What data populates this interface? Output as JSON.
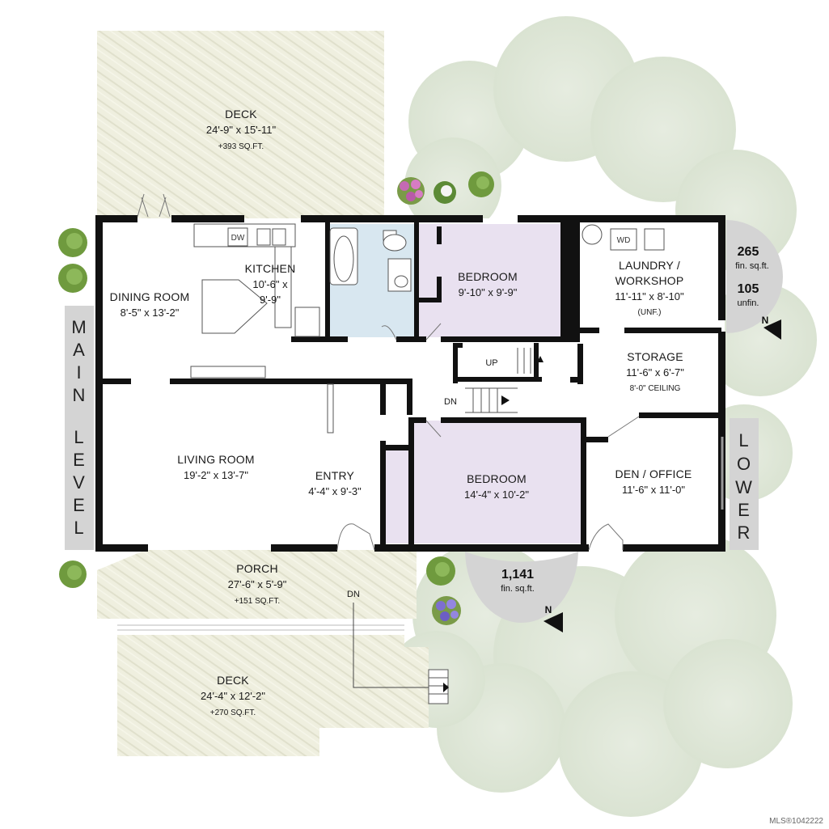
{
  "colors": {
    "deck_fill": "#eeeedd",
    "bedroom_fill": "#e8e0ef",
    "bath_fill": "#d6e6ef",
    "wall": "#111111",
    "foliage": "#dfe6d8",
    "level_tab": "#d4d4d4",
    "area_badge": "#d4d4d4"
  },
  "rooms": {
    "deck_top": {
      "name": "DECK",
      "dims": "24'-9\" x 15'-11\"",
      "area": "+393 SQ.FT."
    },
    "kitchen": {
      "name": "KITCHEN",
      "dims_line1": "10'-6\" x",
      "dims_line2": "9'-9\""
    },
    "dining": {
      "name": "DINING ROOM",
      "dims": "8'-5\" x 13'-2\""
    },
    "bedroom_upper": {
      "name": "BEDROOM",
      "dims": "9'-10\" x 9'-9\""
    },
    "laundry": {
      "name_line1": "LAUNDRY /",
      "name_line2": "WORKSHOP",
      "dims": "11'-11\" x 8'-10\"",
      "note": "(UNF.)"
    },
    "storage": {
      "name": "STORAGE",
      "dims": "11'-6\" x 6'-7\"",
      "note": "8'-0\" CEILING"
    },
    "living": {
      "name": "LIVING ROOM",
      "dims": "19'-2\" x 13'-7\""
    },
    "entry": {
      "name": "ENTRY",
      "dims": "4'-4\" x 9'-3\""
    },
    "bedroom_lower": {
      "name": "BEDROOM",
      "dims": "14'-4\" x 10'-2\""
    },
    "den": {
      "name": "DEN / OFFICE",
      "dims": "11'-6\" x 11'-0\""
    },
    "porch": {
      "name": "PORCH",
      "dims": "27'-6\" x 5'-9\"",
      "area": "+151 SQ.FT."
    },
    "deck_bottom": {
      "name": "DECK",
      "dims": "24'-4\" x 12'-2\"",
      "area": "+270 SQ.FT."
    }
  },
  "stairs": {
    "up_label": "UP",
    "dn_label": "DN",
    "porch_dn_label": "DN"
  },
  "appliances": {
    "dishwasher": "DW",
    "washer_dryer": "WD"
  },
  "level_labels": {
    "main": [
      "M",
      "A",
      "I",
      "N",
      "L",
      "E",
      "V",
      "E",
      "L"
    ],
    "lower": [
      "L",
      "O",
      "W",
      "E",
      "R"
    ]
  },
  "areas": {
    "lower_fin_value": "265",
    "lower_fin_unit": "fin. sq.ft.",
    "lower_unfin_value": "105",
    "lower_unfin_unit": "unfin.",
    "main_fin_value": "1,141",
    "main_fin_unit": "fin. sq.ft.",
    "compass_label": "N"
  },
  "mls": "MLS®1042222"
}
